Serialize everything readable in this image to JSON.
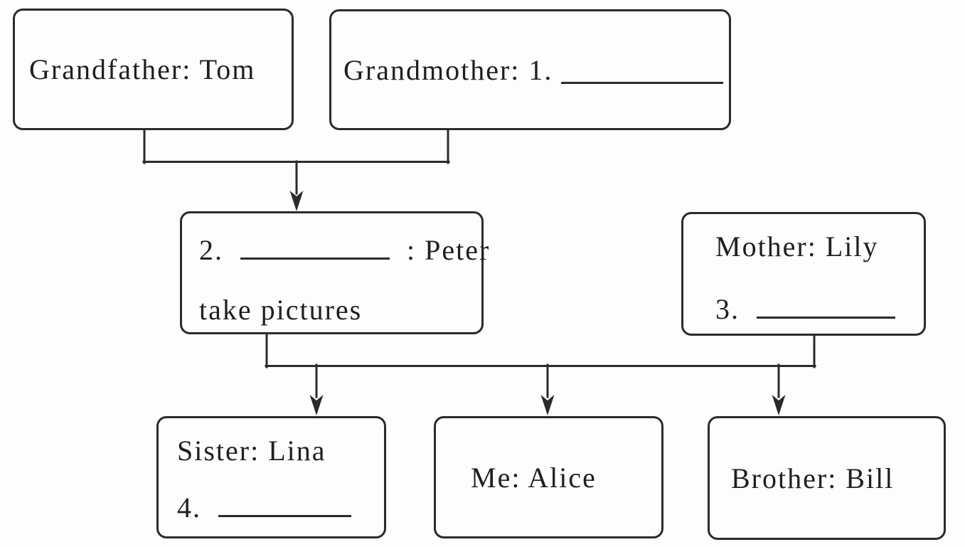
{
  "boxes": {
    "grandfather": {
      "label": "Grandfather: Tom"
    },
    "grandmother": {
      "prefix": "Grandmother: 1.",
      "blank": "________"
    },
    "father": {
      "number": "2.",
      "blank": "________",
      "suffix": ": Peter",
      "line2": "take pictures"
    },
    "mother": {
      "line1": "Mother: Lily",
      "number": "3.",
      "blank": "________"
    },
    "sister": {
      "line1": "Sister: Lina",
      "number": "4.",
      "blank": "________"
    },
    "me": {
      "label": "Me: Alice"
    },
    "brother": {
      "label": "Brother: Bill"
    }
  },
  "colors": {
    "ink": "#2b2b2b",
    "background": "#fdfdfd",
    "text": "#1f1f1f"
  }
}
